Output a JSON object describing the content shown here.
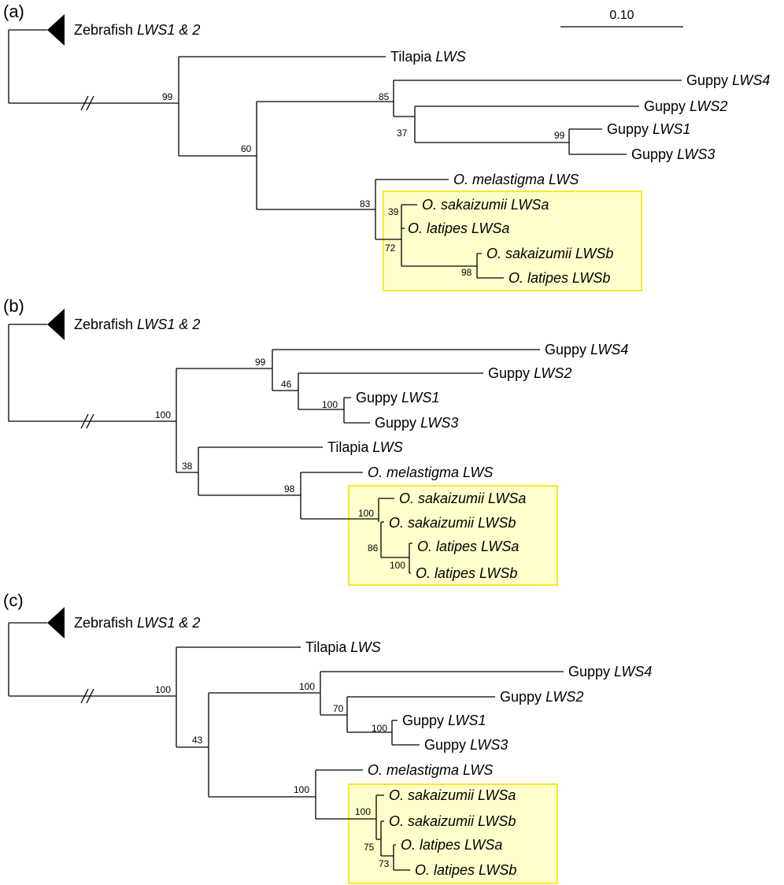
{
  "figure": {
    "scale_bar": {
      "label": "0.10"
    },
    "highlight": {
      "fill": "#ffffcc",
      "stroke": "#f5e92a"
    },
    "panels": [
      {
        "label": "(a)",
        "collapsed_clade": {
          "name": "Zebrafish",
          "gene": "LWS1 & 2"
        },
        "leaves": [
          {
            "name": "Tilapia",
            "gene": "LWS"
          },
          {
            "name": "Guppy",
            "gene": "LWS4"
          },
          {
            "name": "Guppy",
            "gene": "LWS2"
          },
          {
            "name": "Guppy",
            "gene": "LWS1"
          },
          {
            "name": "Guppy",
            "gene": "LWS3"
          },
          {
            "name": "",
            "gene": "O. melastigma LWS"
          },
          {
            "name": "",
            "gene": "O. sakaizumii LWSa"
          },
          {
            "name": "",
            "gene": "O. latipes LWSa"
          },
          {
            "name": "",
            "gene": "O. sakaizumii LWSb"
          },
          {
            "name": "",
            "gene": "O. latipes LWSb"
          }
        ],
        "supports": [
          "99",
          "60",
          "85",
          "37",
          "99",
          "83",
          "39",
          "72",
          "98"
        ]
      },
      {
        "label": "(b)",
        "collapsed_clade": {
          "name": "Zebrafish",
          "gene": "LWS1 & 2"
        },
        "leaves": [
          {
            "name": "Guppy",
            "gene": "LWS4"
          },
          {
            "name": "Guppy",
            "gene": "LWS2"
          },
          {
            "name": "Guppy",
            "gene": "LWS1"
          },
          {
            "name": "Guppy",
            "gene": "LWS3"
          },
          {
            "name": "Tilapia",
            "gene": "LWS"
          },
          {
            "name": "",
            "gene": "O. melastigma LWS"
          },
          {
            "name": "",
            "gene": "O. sakaizumii LWSa"
          },
          {
            "name": "",
            "gene": "O. sakaizumii LWSb"
          },
          {
            "name": "",
            "gene": "O. latipes LWSa"
          },
          {
            "name": "",
            "gene": "O. latipes LWSb"
          }
        ],
        "supports": [
          "100",
          "99",
          "46",
          "100",
          "38",
          "98",
          "100",
          "86",
          "100"
        ]
      },
      {
        "label": "(c)",
        "collapsed_clade": {
          "name": "Zebrafish",
          "gene": "LWS1 & 2"
        },
        "leaves": [
          {
            "name": "Tilapia",
            "gene": "LWS"
          },
          {
            "name": "Guppy",
            "gene": "LWS4"
          },
          {
            "name": "Guppy",
            "gene": "LWS2"
          },
          {
            "name": "Guppy",
            "gene": "LWS1"
          },
          {
            "name": "Guppy",
            "gene": "LWS3"
          },
          {
            "name": "",
            "gene": "O. melastigma LWS"
          },
          {
            "name": "",
            "gene": "O. sakaizumii LWSa"
          },
          {
            "name": "",
            "gene": "O. sakaizumii LWSb"
          },
          {
            "name": "",
            "gene": "O. latipes LWSa"
          },
          {
            "name": "",
            "gene": "O. latipes LWSb"
          }
        ],
        "supports": [
          "100",
          "43",
          "100",
          "70",
          "100",
          "100",
          "100",
          "75",
          "73"
        ]
      }
    ]
  }
}
